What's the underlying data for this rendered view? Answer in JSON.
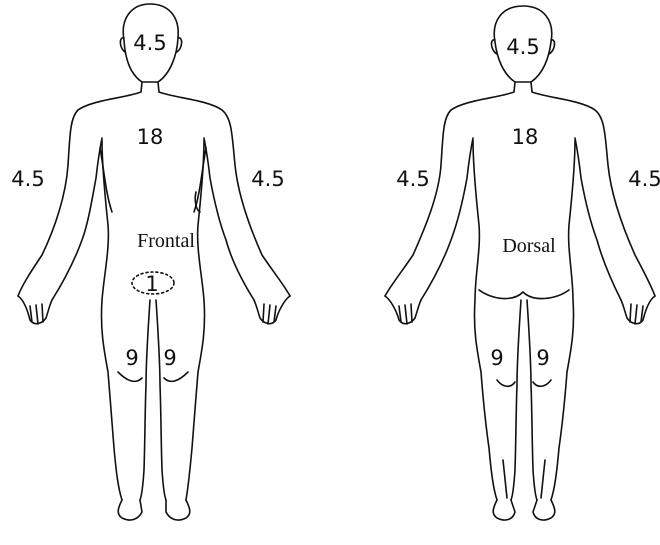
{
  "figures": [
    {
      "id": "frontal",
      "view_label": "Frontal",
      "regions": {
        "head": "4.5",
        "trunk": "18",
        "right_arm": "4.5",
        "left_arm": "4.5",
        "genitals": "1",
        "right_leg": "9",
        "left_leg": "9"
      }
    },
    {
      "id": "dorsal",
      "view_label": "Dorsal",
      "regions": {
        "head": "4.5",
        "trunk": "18",
        "right_arm": "4.5",
        "left_arm": "4.5",
        "right_leg": "9",
        "left_leg": "9"
      }
    }
  ]
}
